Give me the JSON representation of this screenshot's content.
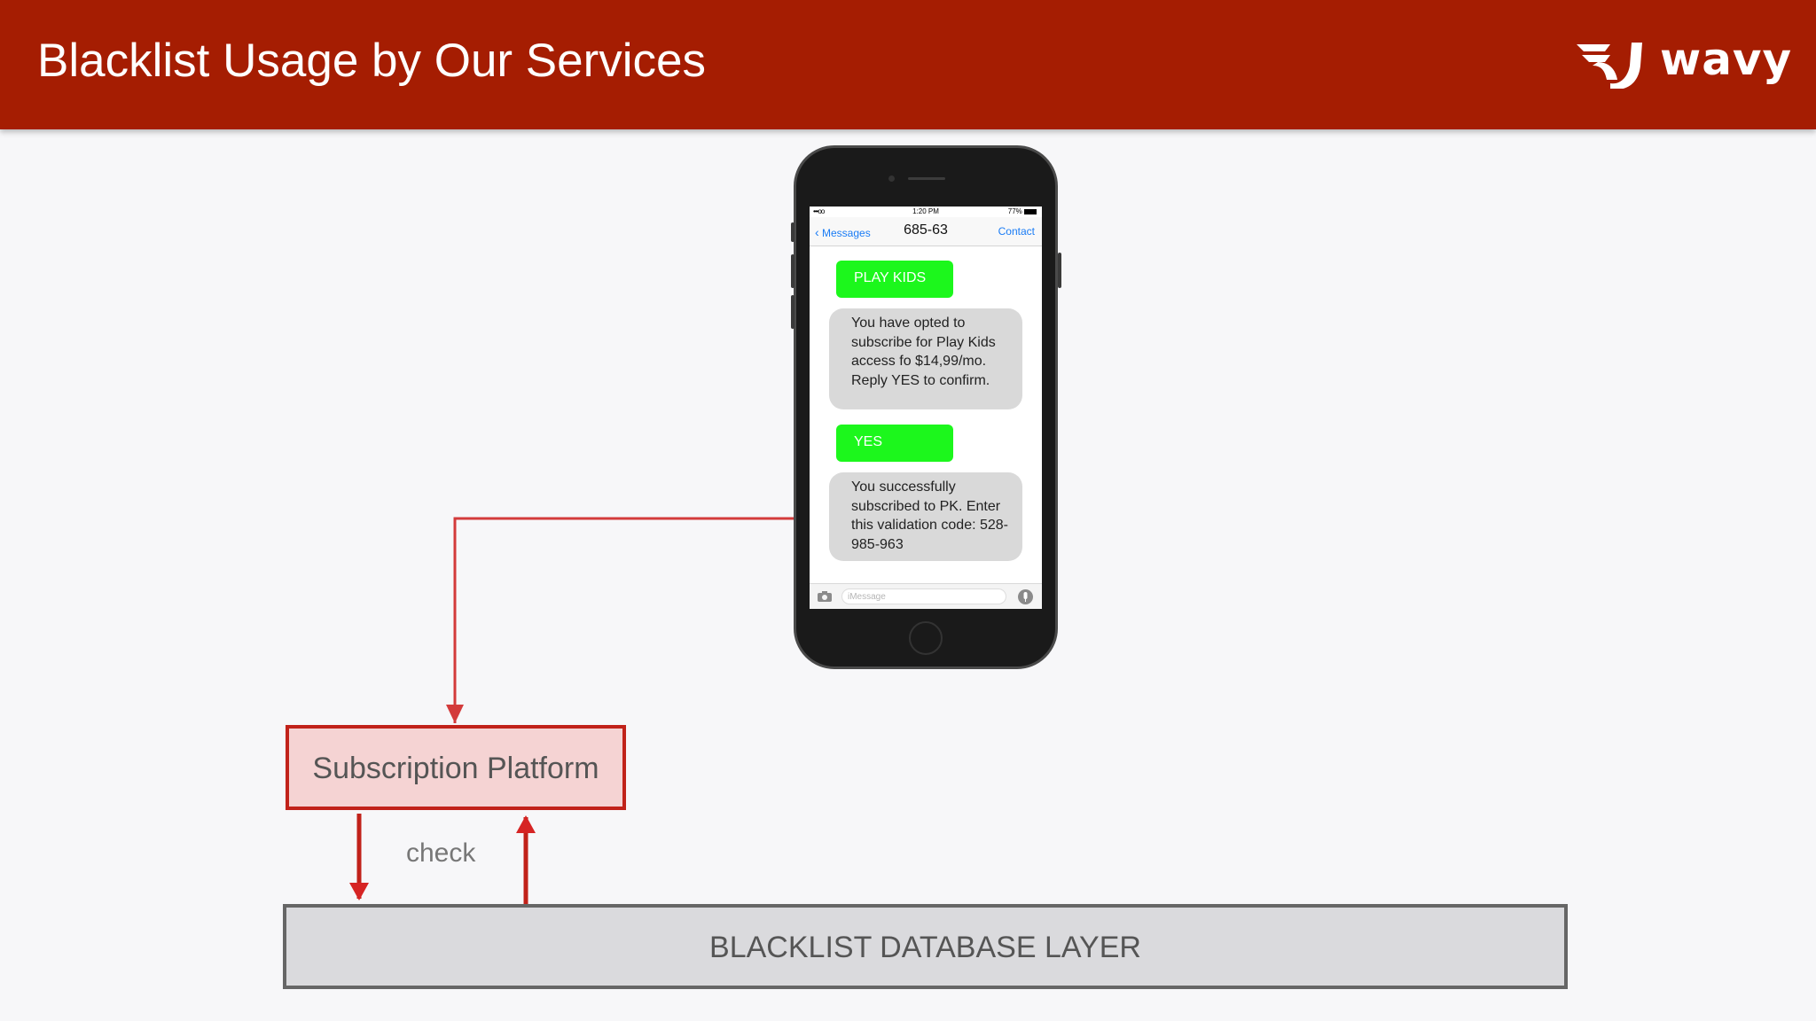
{
  "slide": {
    "title": "Blacklist Usage by Our Services",
    "logo_text": "wavy",
    "header_color": "#a51d02"
  },
  "phone": {
    "status": {
      "signal": "•••oo",
      "time": "1:20 PM",
      "battery": "77%"
    },
    "nav": {
      "back_label": "Messages",
      "title": "685-63",
      "contact_label": "Contact"
    },
    "messages": [
      {
        "type": "sent",
        "text": "PLAY KIDS"
      },
      {
        "type": "received",
        "text": "You have opted to subscribe for Play Kids access fo $14,99/mo. Reply YES to confirm."
      },
      {
        "type": "sent",
        "text": "YES"
      },
      {
        "type": "received",
        "text": "You successfully subscribed to PK. Enter this validation code: 528-985-963"
      }
    ],
    "input_placeholder": "iMessage",
    "sent_color": "#1cf71c",
    "received_color": "#d9d9d9"
  },
  "diagram": {
    "subscription_platform": "Subscription Platform",
    "check_label": "check",
    "database_layer": "BLACKLIST DATABASE LAYER",
    "arrow_color": "#c1221a"
  }
}
